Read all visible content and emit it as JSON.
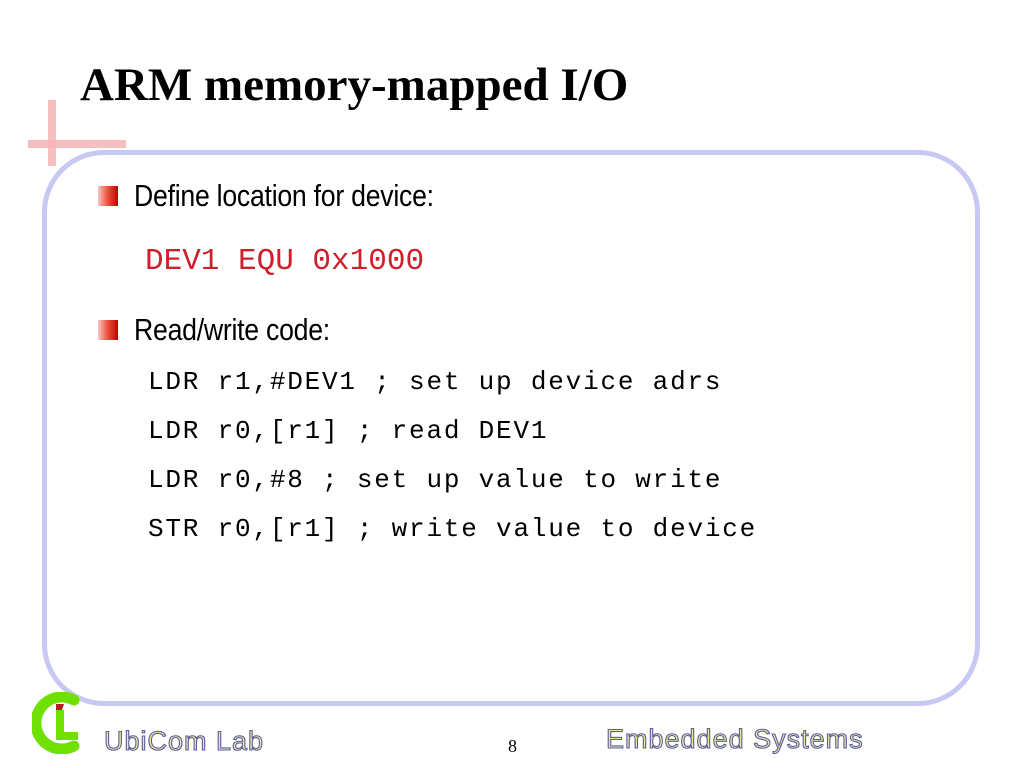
{
  "slide": {
    "title": "ARM memory-mapped I/O",
    "bullets": [
      {
        "text": "Define location for device:"
      },
      {
        "text": "Read/write code:"
      }
    ],
    "highlighted_code": "DEV1 EQU 0x1000",
    "code_lines": [
      "LDR r1,#DEV1 ; set up device adrs",
      "LDR r0,[r1] ; read DEV1",
      "LDR r0,#8 ; set up value to write",
      "STR r0,[r1] ; write value to device"
    ]
  },
  "footer": {
    "left_text": "UbiCom Lab",
    "right_text": "Embedded Systems",
    "page_number": "8"
  },
  "colors": {
    "code_highlight": "#d01e2a",
    "box_border": "#c8c8f5",
    "cross_mark": "#f4b4b4",
    "logo_green": "#70e000",
    "footer_fill": "#f3e3a2",
    "footer_outline": "#58609f"
  },
  "icons": {
    "bullet": "red-gradient-square-bullet-icon",
    "logo": "ubicom-lab-logo-icon",
    "decoration": "pink-cross-mark"
  }
}
